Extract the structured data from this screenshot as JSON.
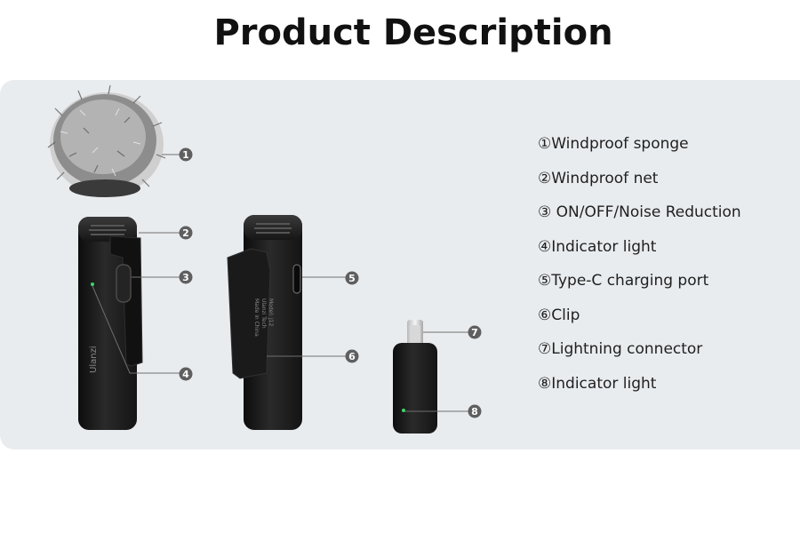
{
  "header": {
    "title": "Product Description"
  },
  "colors": {
    "panel": "#e9ecef",
    "device": "#1c1c1c",
    "callout": "#5f5f5f",
    "indicator": "#3fd46a"
  },
  "callout_numbers": [
    "1",
    "2",
    "3",
    "4",
    "5",
    "6",
    "7",
    "8"
  ],
  "parts": [
    {
      "number": "①",
      "label": "Windproof sponge"
    },
    {
      "number": "②",
      "label": "Windproof net"
    },
    {
      "number": "③",
      "label": " ON/OFF/Noise Reduction"
    },
    {
      "number": "④",
      "label": "Indicator light"
    },
    {
      "number": "⑤",
      "label": "Type-C charging port"
    },
    {
      "number": "⑥",
      "label": "Clip"
    },
    {
      "number": "⑦",
      "label": "Lightning connector"
    },
    {
      "number": "⑧",
      "label": "Indicator light"
    }
  ],
  "device_text": {
    "brand": "Ulanzi",
    "model_lines": [
      "Model: J12",
      "Ulanzi Tech",
      "Made in China"
    ]
  }
}
